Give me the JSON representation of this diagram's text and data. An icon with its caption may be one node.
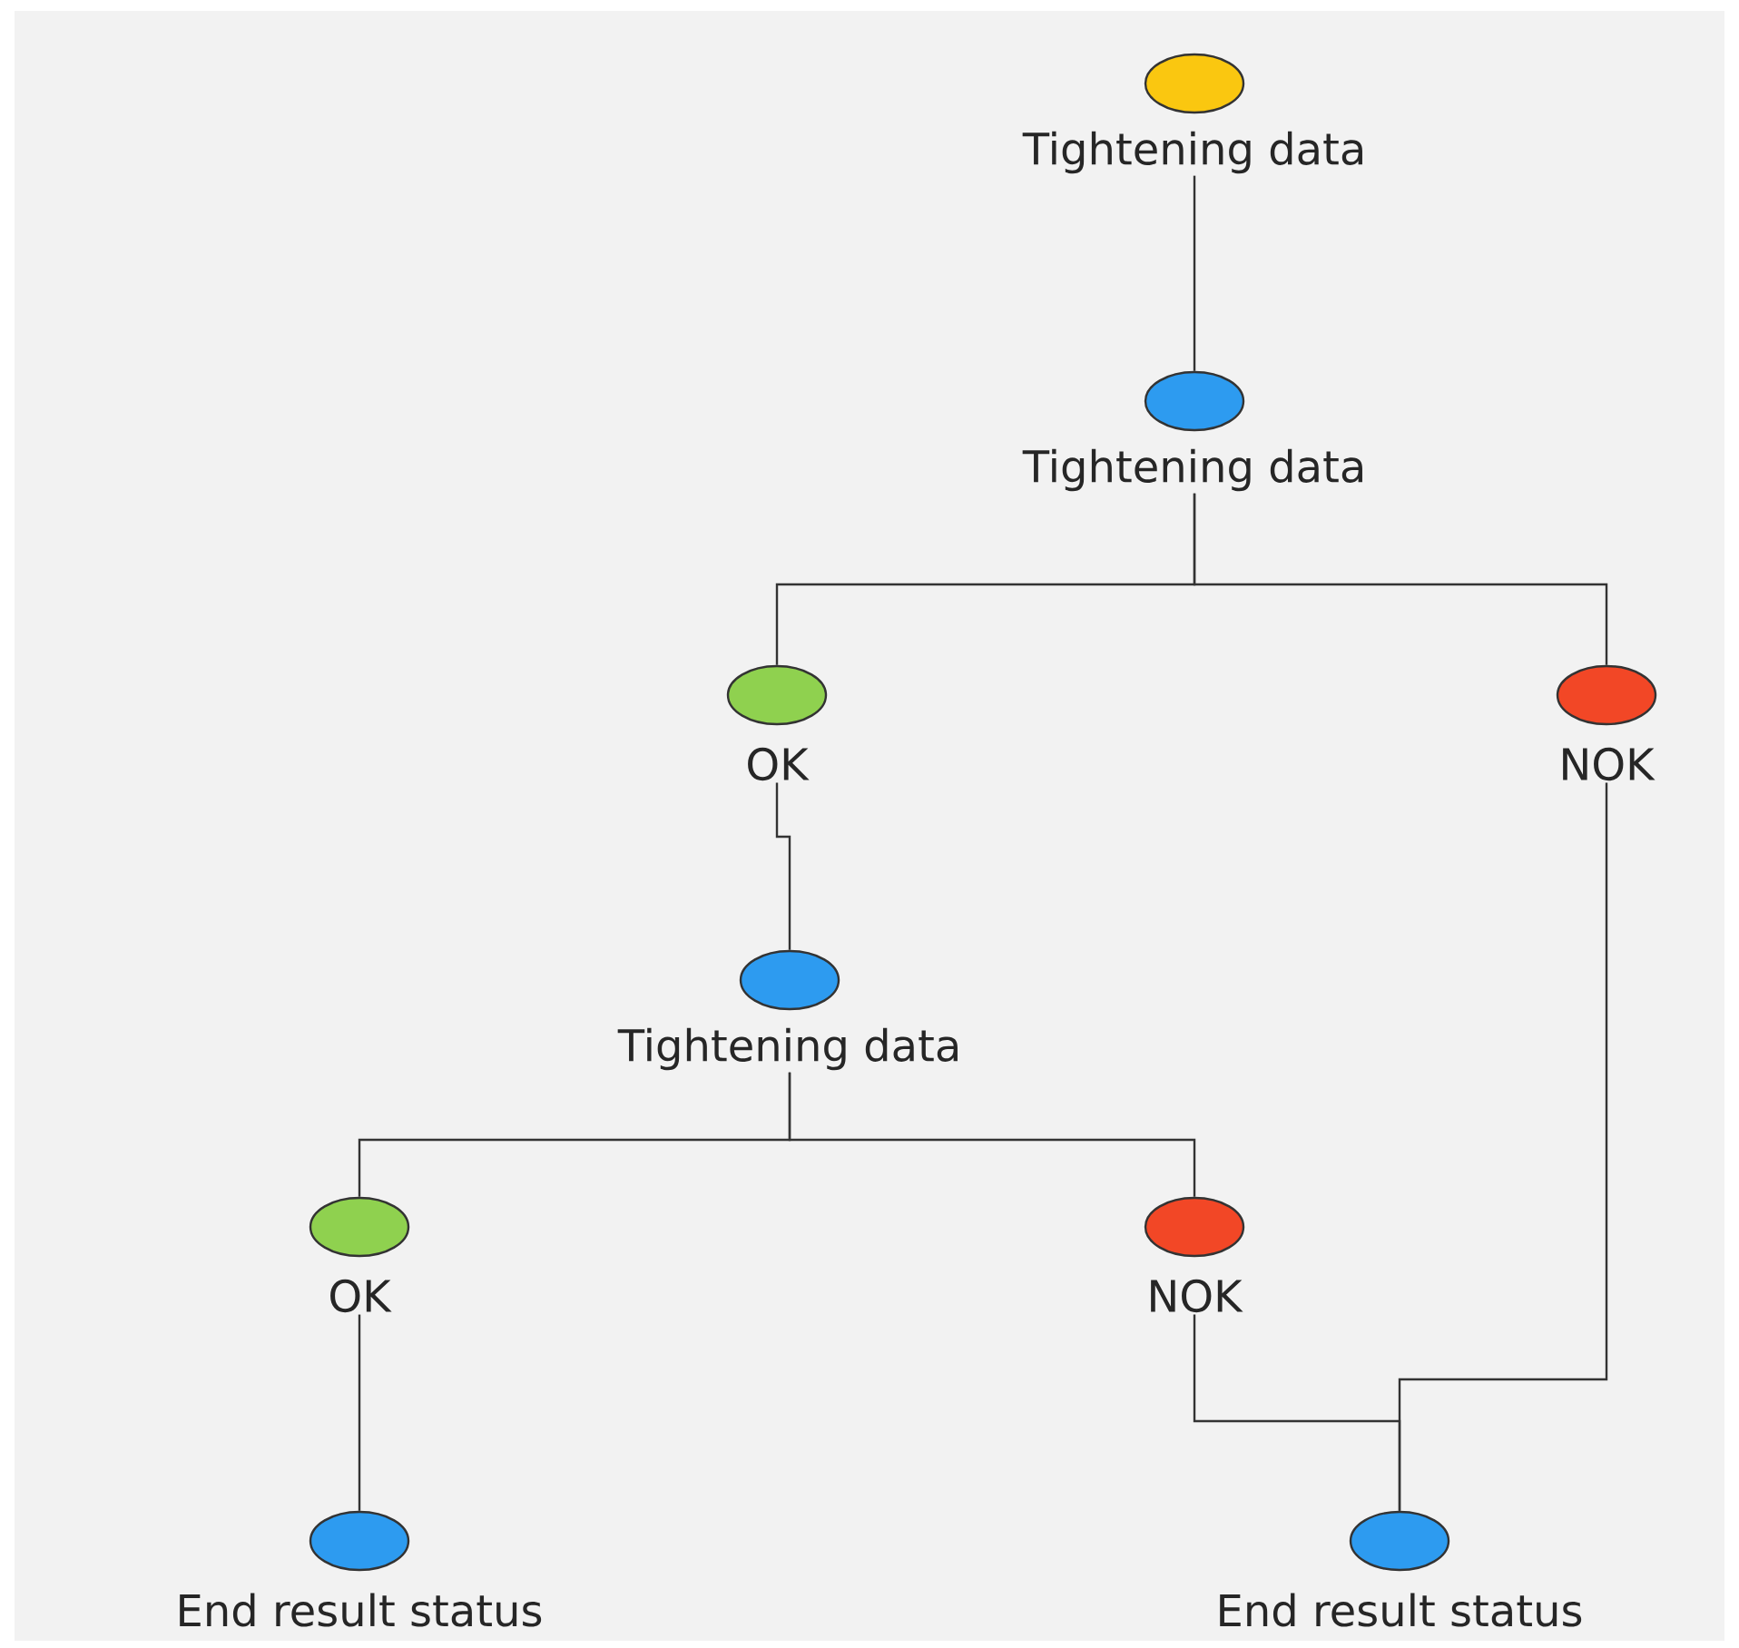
{
  "diagram": {
    "nodes": [
      {
        "text": [
          "Tightening data"
        ]
      },
      {
        "text": [
          "Tightening data"
        ]
      },
      {
        "text": [
          "OK"
        ]
      },
      {
        "text": [
          "NOK"
        ]
      },
      {
        "text": [
          "Tightening data"
        ]
      },
      {
        "text": [
          "OK"
        ]
      },
      {
        "text": [
          "NOK"
        ]
      },
      {
        "text": [
          "End result status"
        ]
      },
      {
        "text": [
          "End result status"
        ]
      }
    ],
    "edges": [
      {
        "from": 0,
        "to": 1,
        "arrow": "none"
      },
      {
        "from": 1,
        "to": 2,
        "arrow": "none"
      },
      {
        "from": 1,
        "to": 3,
        "arrow": "none"
      },
      {
        "from": 2,
        "to": 4,
        "arrow": "none"
      },
      {
        "from": 4,
        "to": 5,
        "arrow": "none"
      },
      {
        "from": 4,
        "to": 6,
        "arrow": "none"
      },
      {
        "from": 5,
        "to": 7,
        "arrow": "none"
      },
      {
        "from": 6,
        "to": 8,
        "arrow": "none"
      },
      {
        "from": 3,
        "to": 8,
        "arrow": "none"
      }
    ]
  }
}
